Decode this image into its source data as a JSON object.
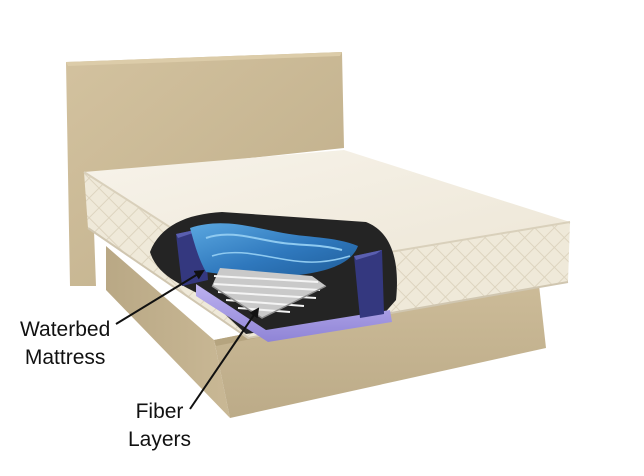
{
  "colors": {
    "frame": "#cdbd9c",
    "frame_shadow": "#b2a27f",
    "headboard": "#cbb995",
    "mattress_top": "#f4efe2",
    "mattress_side": "#ece5d3",
    "water": "#3f86c9",
    "fiber": "#bdbdbd",
    "liner": "#a79be6",
    "bumper": "#3c3f86",
    "cavity": "#222222"
  },
  "labels": {
    "waterbed": {
      "line1": "Waterbed",
      "line2": "Mattress"
    },
    "fiber": {
      "line1": "Fiber",
      "line2": "Layers"
    }
  }
}
